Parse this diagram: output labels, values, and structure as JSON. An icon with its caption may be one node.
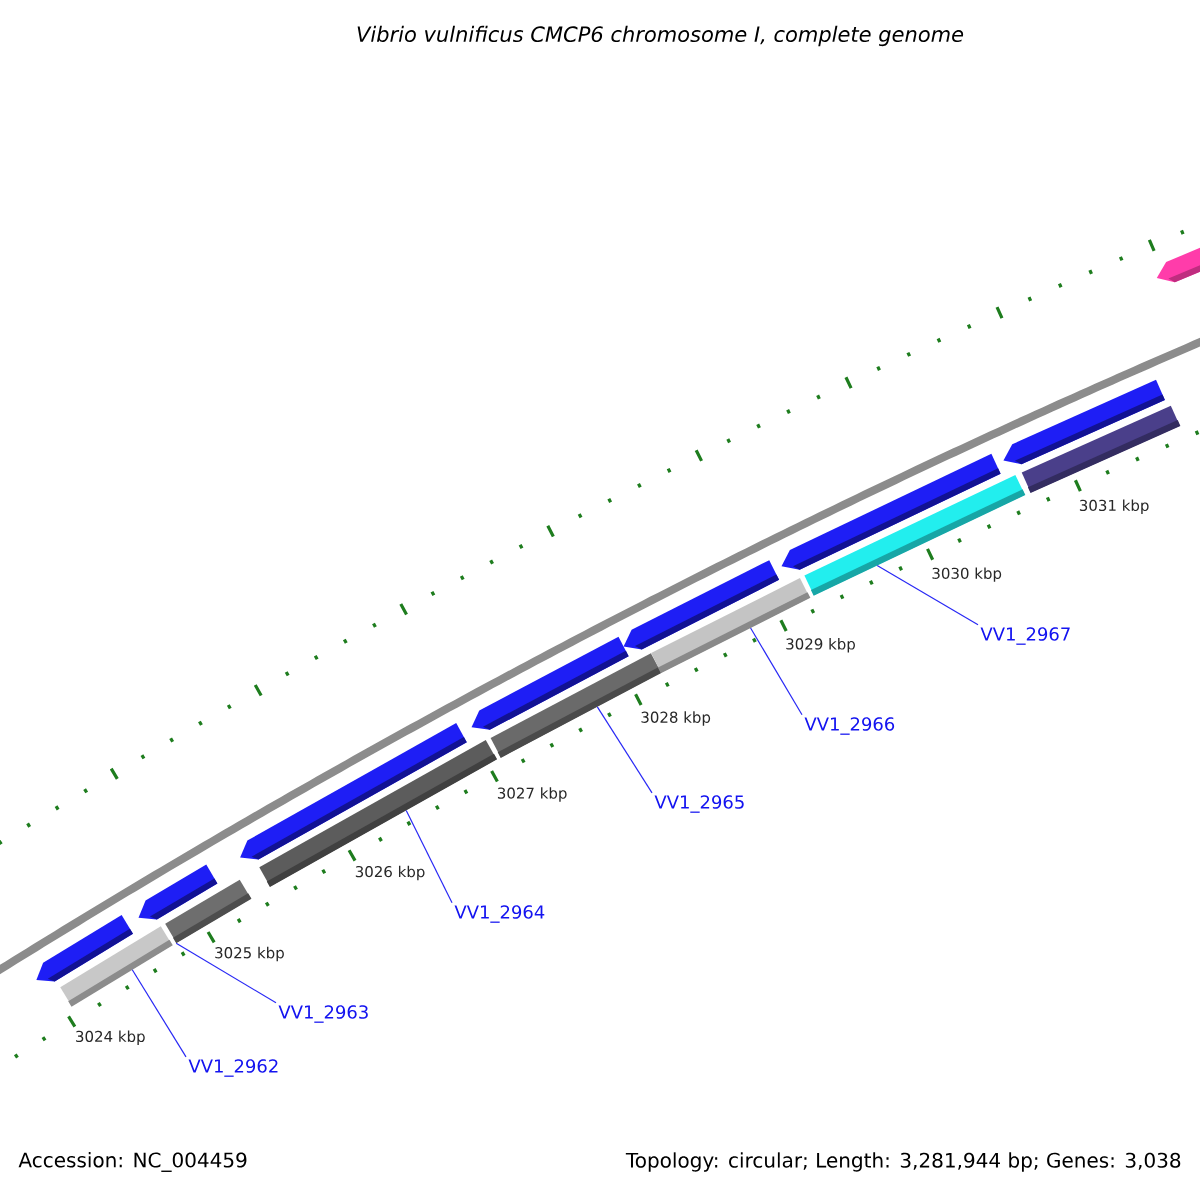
{
  "diagram": {
    "title": "Vibrio vulnificus CMCP6 chromosome I, complete genome",
    "nodes": [
      {
        "text": [],
        "shape": "bar"
      },
      {
        "text": [],
        "shape": "bar"
      },
      {
        "text": [],
        "shape": "bar"
      },
      {
        "text": [],
        "shape": "bar"
      },
      {
        "text": [],
        "shape": "bar"
      },
      {
        "text": [],
        "shape": "bar"
      },
      {
        "text": [],
        "shape": "bar"
      },
      {
        "text": [
          "VV1_2962"
        ]
      },
      {
        "text": [
          "VV1_2963"
        ]
      },
      {
        "text": [
          "VV1_2964"
        ]
      },
      {
        "text": [
          "VV1_2965"
        ]
      },
      {
        "text": [
          "VV1_2966"
        ]
      },
      {
        "text": [
          "VV1_2967"
        ]
      },
      {
        "text": [],
        "shape": "arrow"
      },
      {
        "text": [],
        "shape": "arrow"
      },
      {
        "text": [],
        "shape": "arrow"
      },
      {
        "text": [],
        "shape": "arrow"
      },
      {
        "text": [],
        "shape": "arrow"
      },
      {
        "text": [],
        "shape": "arrow"
      },
      {
        "text": [],
        "shape": "arrow"
      }
    ],
    "edges": [
      {
        "from": 7,
        "to": 0,
        "arrow": "none"
      },
      {
        "from": 8,
        "to": 1,
        "arrow": "none"
      },
      {
        "from": 9,
        "to": 2,
        "arrow": "none"
      },
      {
        "from": 10,
        "to": 3,
        "arrow": "none"
      },
      {
        "from": 11,
        "to": 4,
        "arrow": "none"
      },
      {
        "from": 12,
        "to": 5,
        "arrow": "none"
      }
    ],
    "labels": [
      "3024 kbp",
      "3025 kbp",
      "3026 kbp",
      "3027 kbp",
      "3028 kbp",
      "3029 kbp",
      "3030 kbp",
      "3031 kbp",
      "Accession: NC_004459",
      "Topology: circular; Length: 3,281,944 bp; Genes: 3,038"
    ]
  }
}
